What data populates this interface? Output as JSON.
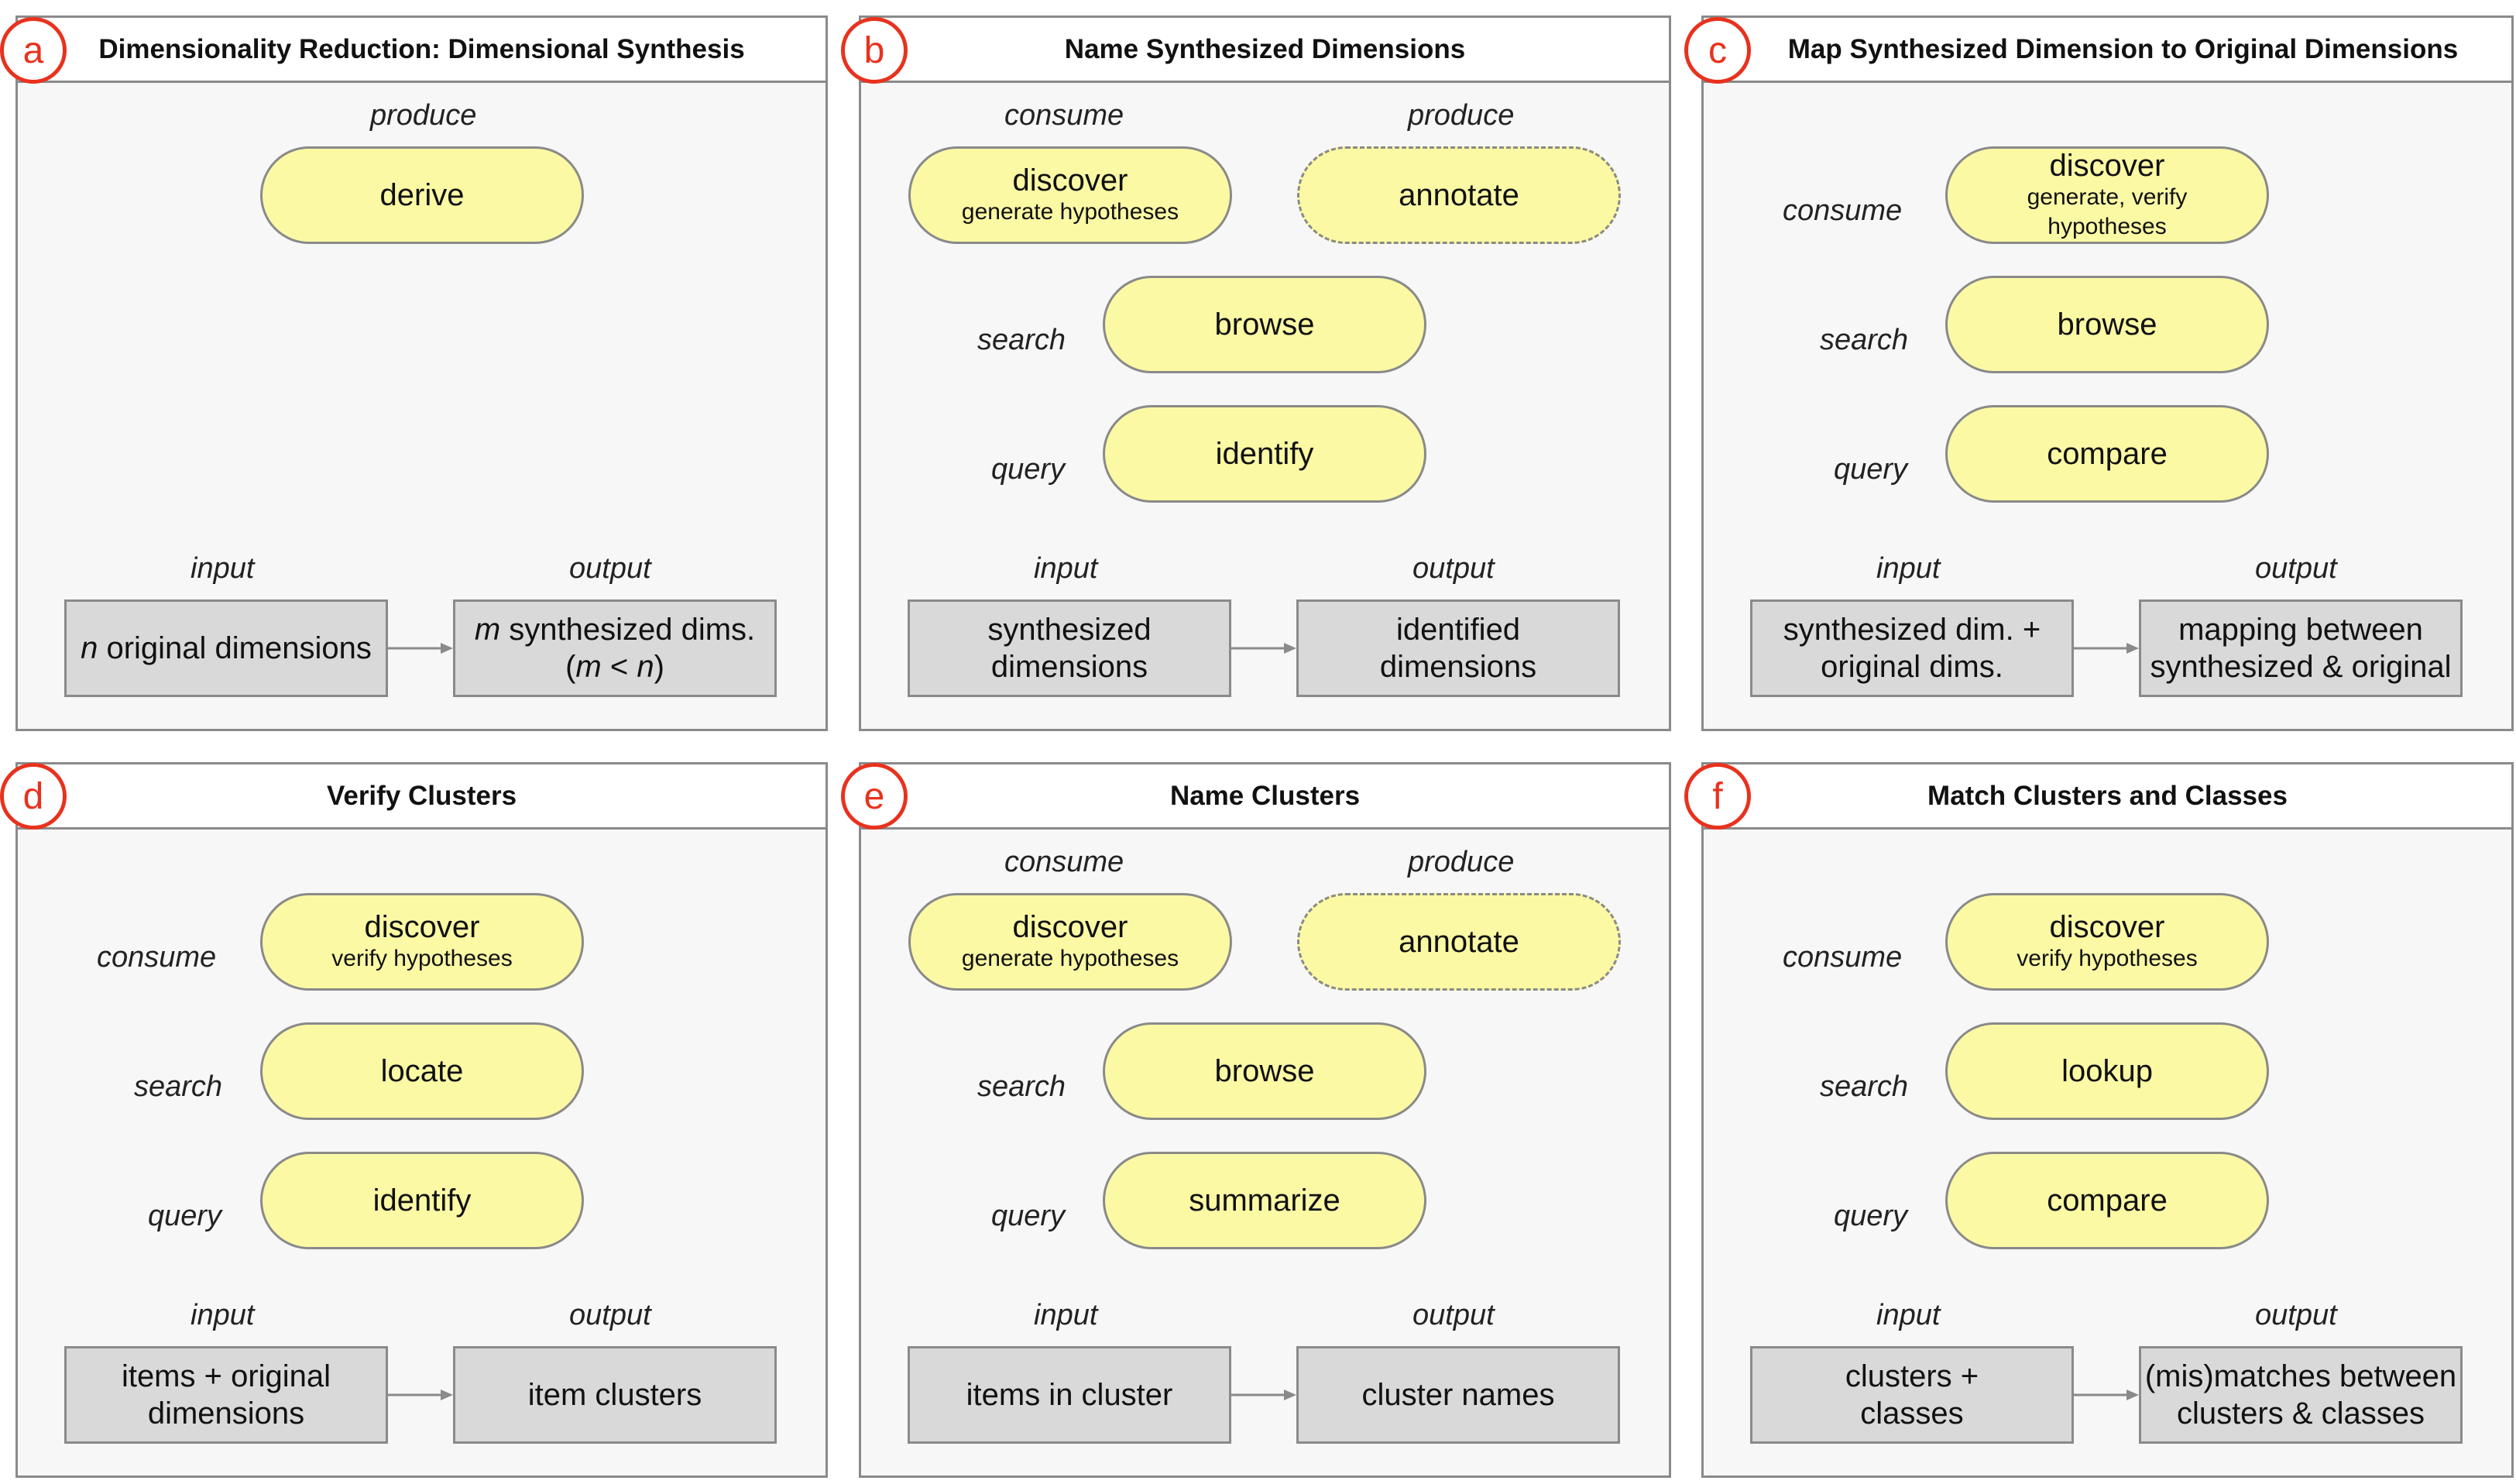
{
  "roles": {
    "produce": "produce",
    "consume": "consume",
    "search": "search",
    "query": "query",
    "input": "input",
    "output": "output"
  },
  "panels": [
    {
      "badge": "a",
      "title": "Dimensionality Reduction: Dimensional Synthesis",
      "produce": {
        "label": "derive"
      },
      "input": {
        "pre": "n",
        "text": " original dimensions"
      },
      "output": {
        "line1_pre": "m",
        "line1_text": " synthesized dims.",
        "line2_open": "(",
        "line2_m": "m",
        "line2_mid": " < ",
        "line2_n": "n",
        "line2_close": ")"
      }
    },
    {
      "badge": "b",
      "title": "Name Synthesized Dimensions",
      "consume": {
        "label": "discover",
        "sub": "generate hypotheses"
      },
      "produce": {
        "label": "annotate"
      },
      "search": {
        "label": "browse"
      },
      "query": {
        "label": "identify"
      },
      "input": {
        "text": "synthesized dimensions"
      },
      "output": {
        "text": "identified dimensions"
      }
    },
    {
      "badge": "c",
      "title": "Map Synthesized Dimension to Original Dimensions",
      "consume": {
        "label": "discover",
        "sub": "generate, verify hypotheses"
      },
      "search": {
        "label": "browse"
      },
      "query": {
        "label": "compare"
      },
      "input": {
        "text": "synthesized dim. + original dims."
      },
      "output": {
        "text": "mapping between synthesized & original"
      }
    },
    {
      "badge": "d",
      "title": "Verify Clusters",
      "consume": {
        "label": "discover",
        "sub": "verify hypotheses"
      },
      "search": {
        "label": "locate"
      },
      "query": {
        "label": "identify"
      },
      "input": {
        "text": "items + original dimensions"
      },
      "output": {
        "text": "item clusters"
      }
    },
    {
      "badge": "e",
      "title": "Name Clusters",
      "consume": {
        "label": "discover",
        "sub": "generate hypotheses"
      },
      "produce": {
        "label": "annotate"
      },
      "search": {
        "label": "browse"
      },
      "query": {
        "label": "summarize"
      },
      "input": {
        "text": "items in cluster"
      },
      "output": {
        "text": "cluster names"
      }
    },
    {
      "badge": "f",
      "title": "Match Clusters and Classes",
      "consume": {
        "label": "discover",
        "sub": "verify hypotheses"
      },
      "search": {
        "label": "lookup"
      },
      "query": {
        "label": "compare"
      },
      "input": {
        "text": "clusters + classes"
      },
      "output": {
        "text": "(mis)matches between clusters & classes"
      }
    }
  ],
  "colors": {
    "badge_red": "#e8321e",
    "pill_fill": "#fbf9a4",
    "box_fill": "#d9d9d9",
    "border": "#8a8a8a"
  }
}
